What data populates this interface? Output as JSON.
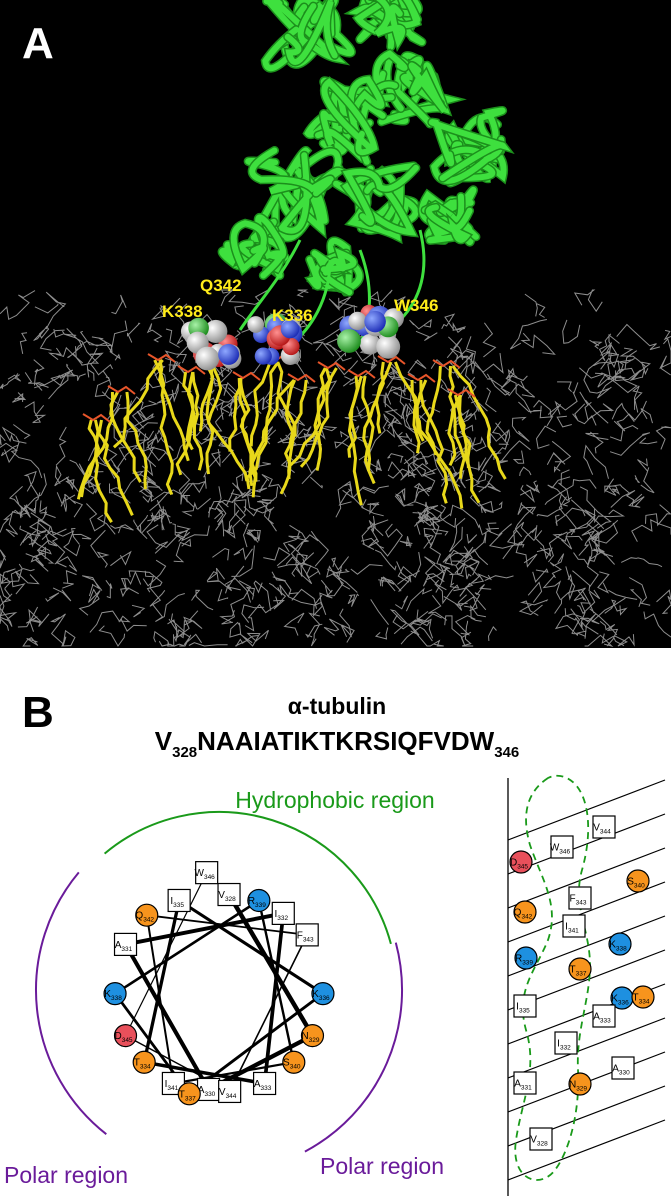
{
  "panel_a": {
    "label": "A",
    "residue_labels": [
      "Q342",
      "K338",
      "K336",
      "W346"
    ]
  },
  "panel_b": {
    "label": "B",
    "protein_name": "α-tubulin",
    "sequence": {
      "start_residue": "V",
      "start_index": "328",
      "body": "NAAIATIKTKRSIQFVDW",
      "end_index": "346"
    },
    "region_labels": {
      "hydrophobic": "Hydrophobic region",
      "polar_left": "Polar region",
      "polar_right": "Polar region"
    },
    "colors": {
      "hydrophobic": "#ffffff",
      "polar": "#f7941d",
      "basic": "#1e90e0",
      "acidic": "#e8505b",
      "hydrophobic_arc": "#1a9a1a",
      "polar_arc": "#6a1b9a"
    },
    "helical_wheel": [
      {
        "aa": "W",
        "num": "346",
        "type": "hydrophobic"
      },
      {
        "aa": "V",
        "num": "328",
        "type": "hydrophobic"
      },
      {
        "aa": "I",
        "num": "335",
        "type": "hydrophobic"
      },
      {
        "aa": "R",
        "num": "339",
        "type": "basic"
      },
      {
        "aa": "I",
        "num": "332",
        "type": "hydrophobic"
      },
      {
        "aa": "Q",
        "num": "342",
        "type": "polar"
      },
      {
        "aa": "F",
        "num": "343",
        "type": "hydrophobic"
      },
      {
        "aa": "A",
        "num": "331",
        "type": "hydrophobic"
      },
      {
        "aa": "K",
        "num": "338",
        "type": "basic"
      },
      {
        "aa": "K",
        "num": "336",
        "type": "basic"
      },
      {
        "aa": "D",
        "num": "345",
        "type": "acidic"
      },
      {
        "aa": "N",
        "num": "329",
        "type": "polar"
      },
      {
        "aa": "T",
        "num": "334",
        "type": "polar"
      },
      {
        "aa": "S",
        "num": "340",
        "type": "polar"
      },
      {
        "aa": "I",
        "num": "341",
        "type": "hydrophobic"
      },
      {
        "aa": "A",
        "num": "333",
        "type": "hydrophobic"
      },
      {
        "aa": "A",
        "num": "330",
        "type": "hydrophobic"
      },
      {
        "aa": "V",
        "num": "344",
        "type": "hydrophobic"
      },
      {
        "aa": "T",
        "num": "337",
        "type": "polar"
      }
    ],
    "helical_net": [
      {
        "aa": "D",
        "num": "345",
        "type": "acidic"
      },
      {
        "aa": "W",
        "num": "346",
        "type": "hydrophobic"
      },
      {
        "aa": "V",
        "num": "344",
        "type": "hydrophobic"
      },
      {
        "aa": "Q",
        "num": "342",
        "type": "polar"
      },
      {
        "aa": "F",
        "num": "343",
        "type": "hydrophobic"
      },
      {
        "aa": "S",
        "num": "340",
        "type": "polar"
      },
      {
        "aa": "I",
        "num": "341",
        "type": "hydrophobic"
      },
      {
        "aa": "K",
        "num": "338",
        "type": "basic"
      },
      {
        "aa": "R",
        "num": "339",
        "type": "basic"
      },
      {
        "aa": "T",
        "num": "337",
        "type": "polar"
      },
      {
        "aa": "K",
        "num": "336",
        "type": "basic"
      },
      {
        "aa": "I",
        "num": "335",
        "type": "hydrophobic"
      },
      {
        "aa": "A",
        "num": "333",
        "type": "hydrophobic"
      },
      {
        "aa": "T",
        "num": "334",
        "type": "polar"
      },
      {
        "aa": "I",
        "num": "332",
        "type": "hydrophobic"
      },
      {
        "aa": "A",
        "num": "331",
        "type": "hydrophobic"
      },
      {
        "aa": "A",
        "num": "330",
        "type": "hydrophobic"
      },
      {
        "aa": "N",
        "num": "329",
        "type": "polar"
      },
      {
        "aa": "V",
        "num": "328",
        "type": "hydrophobic"
      }
    ]
  }
}
